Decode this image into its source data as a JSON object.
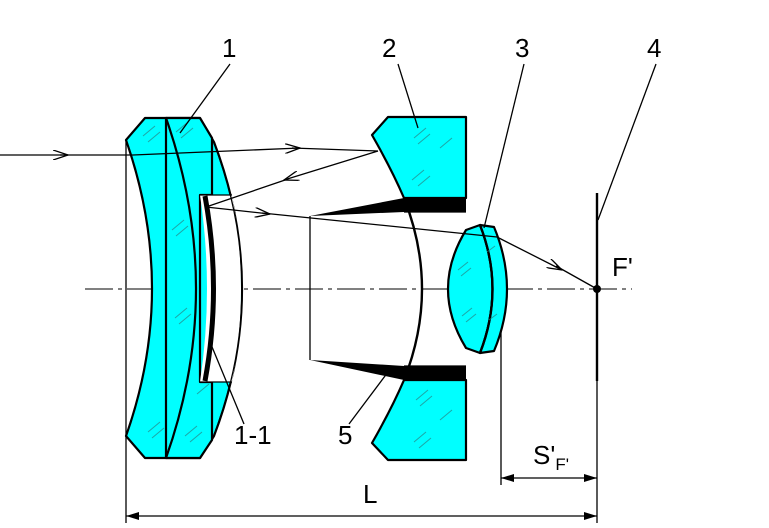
{
  "labels": {
    "part1": "1",
    "part2": "2",
    "part3": "3",
    "part4": "4",
    "part5": "5",
    "part1_1": "1-1",
    "focus": "F'",
    "length": "L",
    "back_focal_main": "S'",
    "back_focal_sub": "F'"
  },
  "colors": {
    "glass": "#00ffff",
    "ink": "#000000"
  }
}
